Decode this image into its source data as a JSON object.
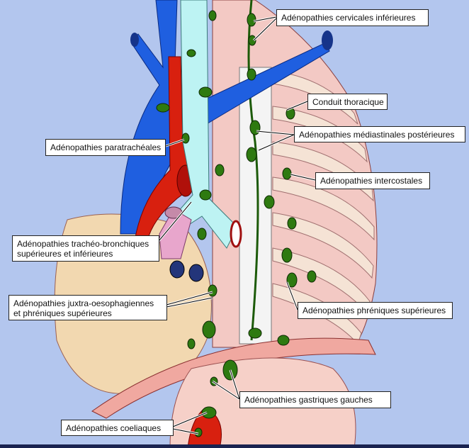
{
  "labels": {
    "cervicales": "Adénopathies cervicales inférieures",
    "conduit": "Conduit thoracique",
    "mediastinales": "Adénopathies médiastinales postérieures",
    "paratracheales": "Adénopathies paratrachéales",
    "intercostales": "Adénopathies intercostales",
    "tracheo_l1": "Adénopathies trachéo-bronchiques",
    "tracheo_l2": "supérieures et inférieures",
    "juxtra_l1": "Adénopathies juxtra-oesophagiennes",
    "juxtra_l2": "et phréniques supérieures",
    "phreniques": "Adénopathies phréniques supérieures",
    "gastriques": "Adénopathies gastriques gauches",
    "coeliaques": "Adénopathies coeliaques"
  },
  "colors": {
    "background": "#b3c6ee",
    "vein": "#1f5fe0",
    "artery": "#d8200f",
    "node": "#2e7a10",
    "heart": "#f2d8b0",
    "lung": "#f3c9c4",
    "trachea": "#bdf3f3"
  }
}
